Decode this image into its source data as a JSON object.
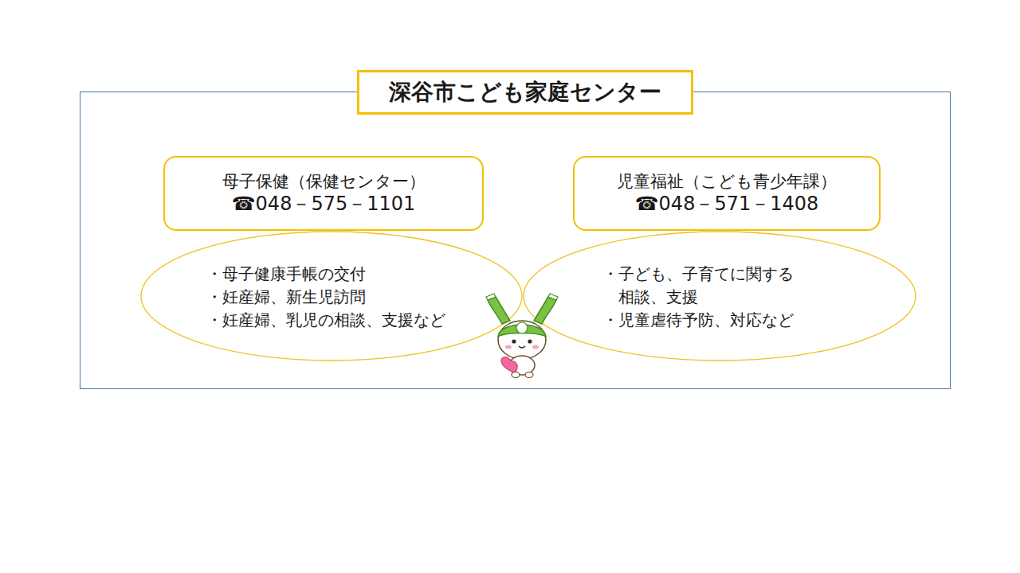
{
  "diagram": {
    "nodes": [
      {
        "text": [
          "深谷市こども家庭センター"
        ]
      },
      {
        "text": [
          "母子保健（保健センター）",
          "☎048－575－1101"
        ],
        "in": 0
      },
      {
        "text": [
          "・母子健康手帳の交付",
          "・妊産婦、新生児訪問",
          "・妊産婦、乳児の相談、支援など"
        ],
        "in": 0
      },
      {
        "text": [
          "児童福祉（こども青少年課）",
          "☎048－571－1408"
        ],
        "in": 0
      },
      {
        "text": [
          "・子ども、子育てに関する 相談、支援",
          "・児童虐待予防、対応など"
        ],
        "in": 0
      }
    ],
    "edges": []
  }
}
